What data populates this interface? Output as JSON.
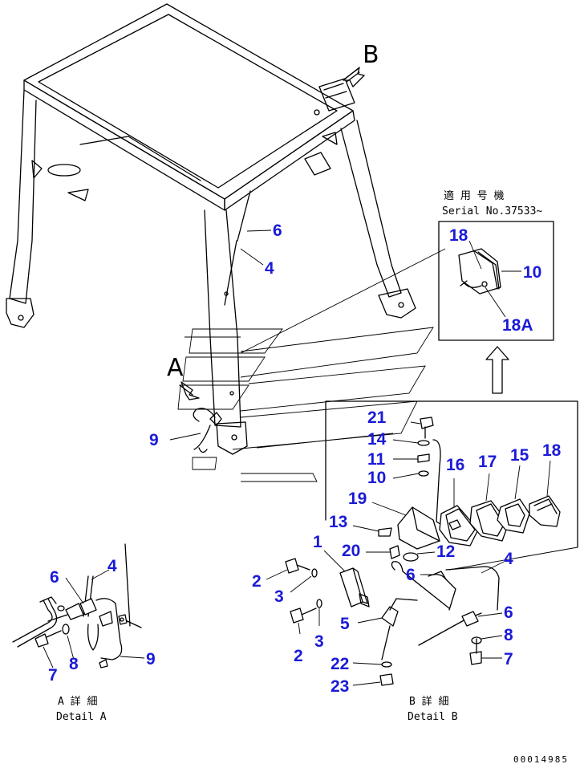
{
  "view_labels": {
    "a": "A",
    "b": "B"
  },
  "serial_note": {
    "jp": "適 用 号 機",
    "en": "Serial No.37533~"
  },
  "captions": {
    "detail_a_jp": "A 詳 細",
    "detail_a_en": "Detail A",
    "detail_b_jp": "B 詳 細",
    "detail_b_en": "Detail B"
  },
  "part_numbers": {
    "main_6": "6",
    "main_4": "4",
    "main_9": "9",
    "inset_18": "18",
    "inset_10": "10",
    "inset_18a": "18A",
    "b_21": "21",
    "b_14": "14",
    "b_11": "11",
    "b_10": "10",
    "b_16": "16",
    "b_17": "17",
    "b_15": "15",
    "b_18": "18",
    "b_19": "19",
    "b_13": "13",
    "b_20": "20",
    "b_12": "12",
    "b_1": "1",
    "b_2a": "2",
    "b_3a": "3",
    "b_6a": "6",
    "b_4": "4",
    "b_5": "5",
    "b_2b": "2",
    "b_3b": "3",
    "b_6b": "6",
    "b_8": "8",
    "b_7": "7",
    "b_22": "22",
    "b_23": "23",
    "a_6": "6",
    "a_4": "4",
    "a_7": "7",
    "a_8": "8",
    "a_9": "9"
  },
  "figure_code": "00014985"
}
